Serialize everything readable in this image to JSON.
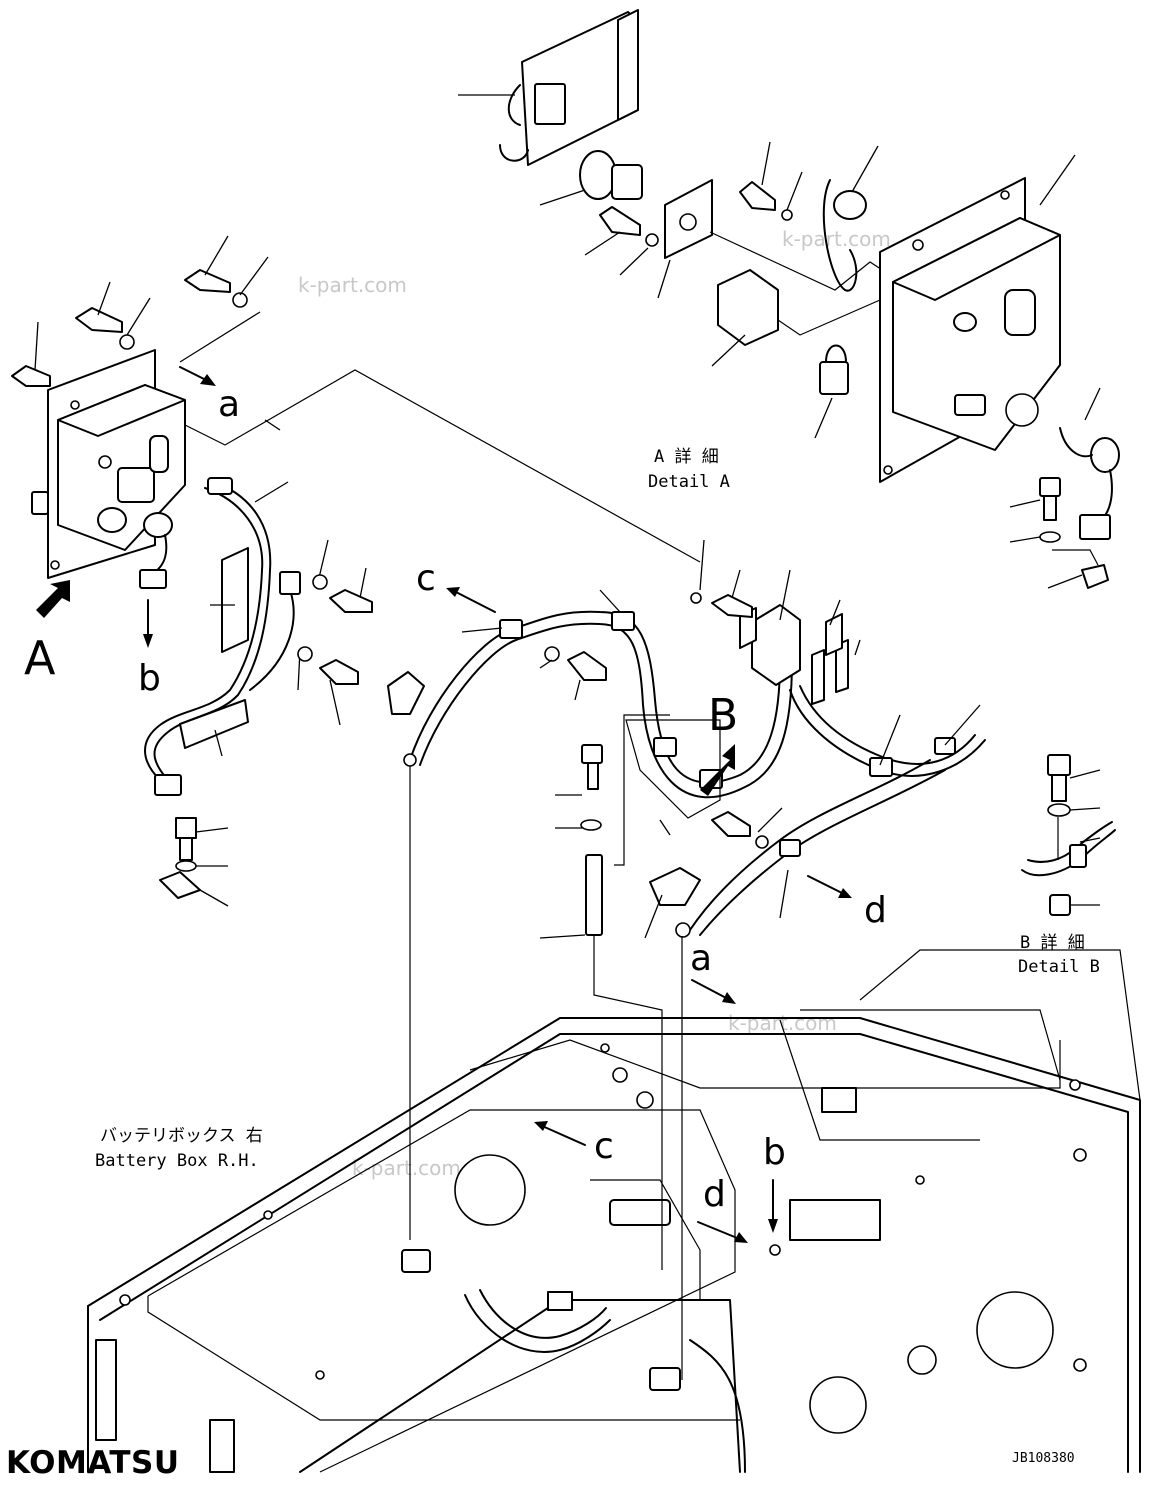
{
  "watermarks": [
    "k-part.com",
    "k-part.com",
    "k-part.com",
    "k-part.com"
  ],
  "detail_a": {
    "jp": "A 詳 細",
    "en": "Detail A"
  },
  "detail_b": {
    "jp": "B 詳 細",
    "en": "Detail B"
  },
  "battery_box": {
    "jp": "バッテリボックス 右",
    "en": "Battery Box R.H."
  },
  "view_labels": {
    "A": "A",
    "B": "B"
  },
  "ref_letters": {
    "a": "a",
    "b": "b",
    "c": "c",
    "d": "d"
  },
  "brand": "KOMATSU",
  "drawing_number": "JB108380"
}
